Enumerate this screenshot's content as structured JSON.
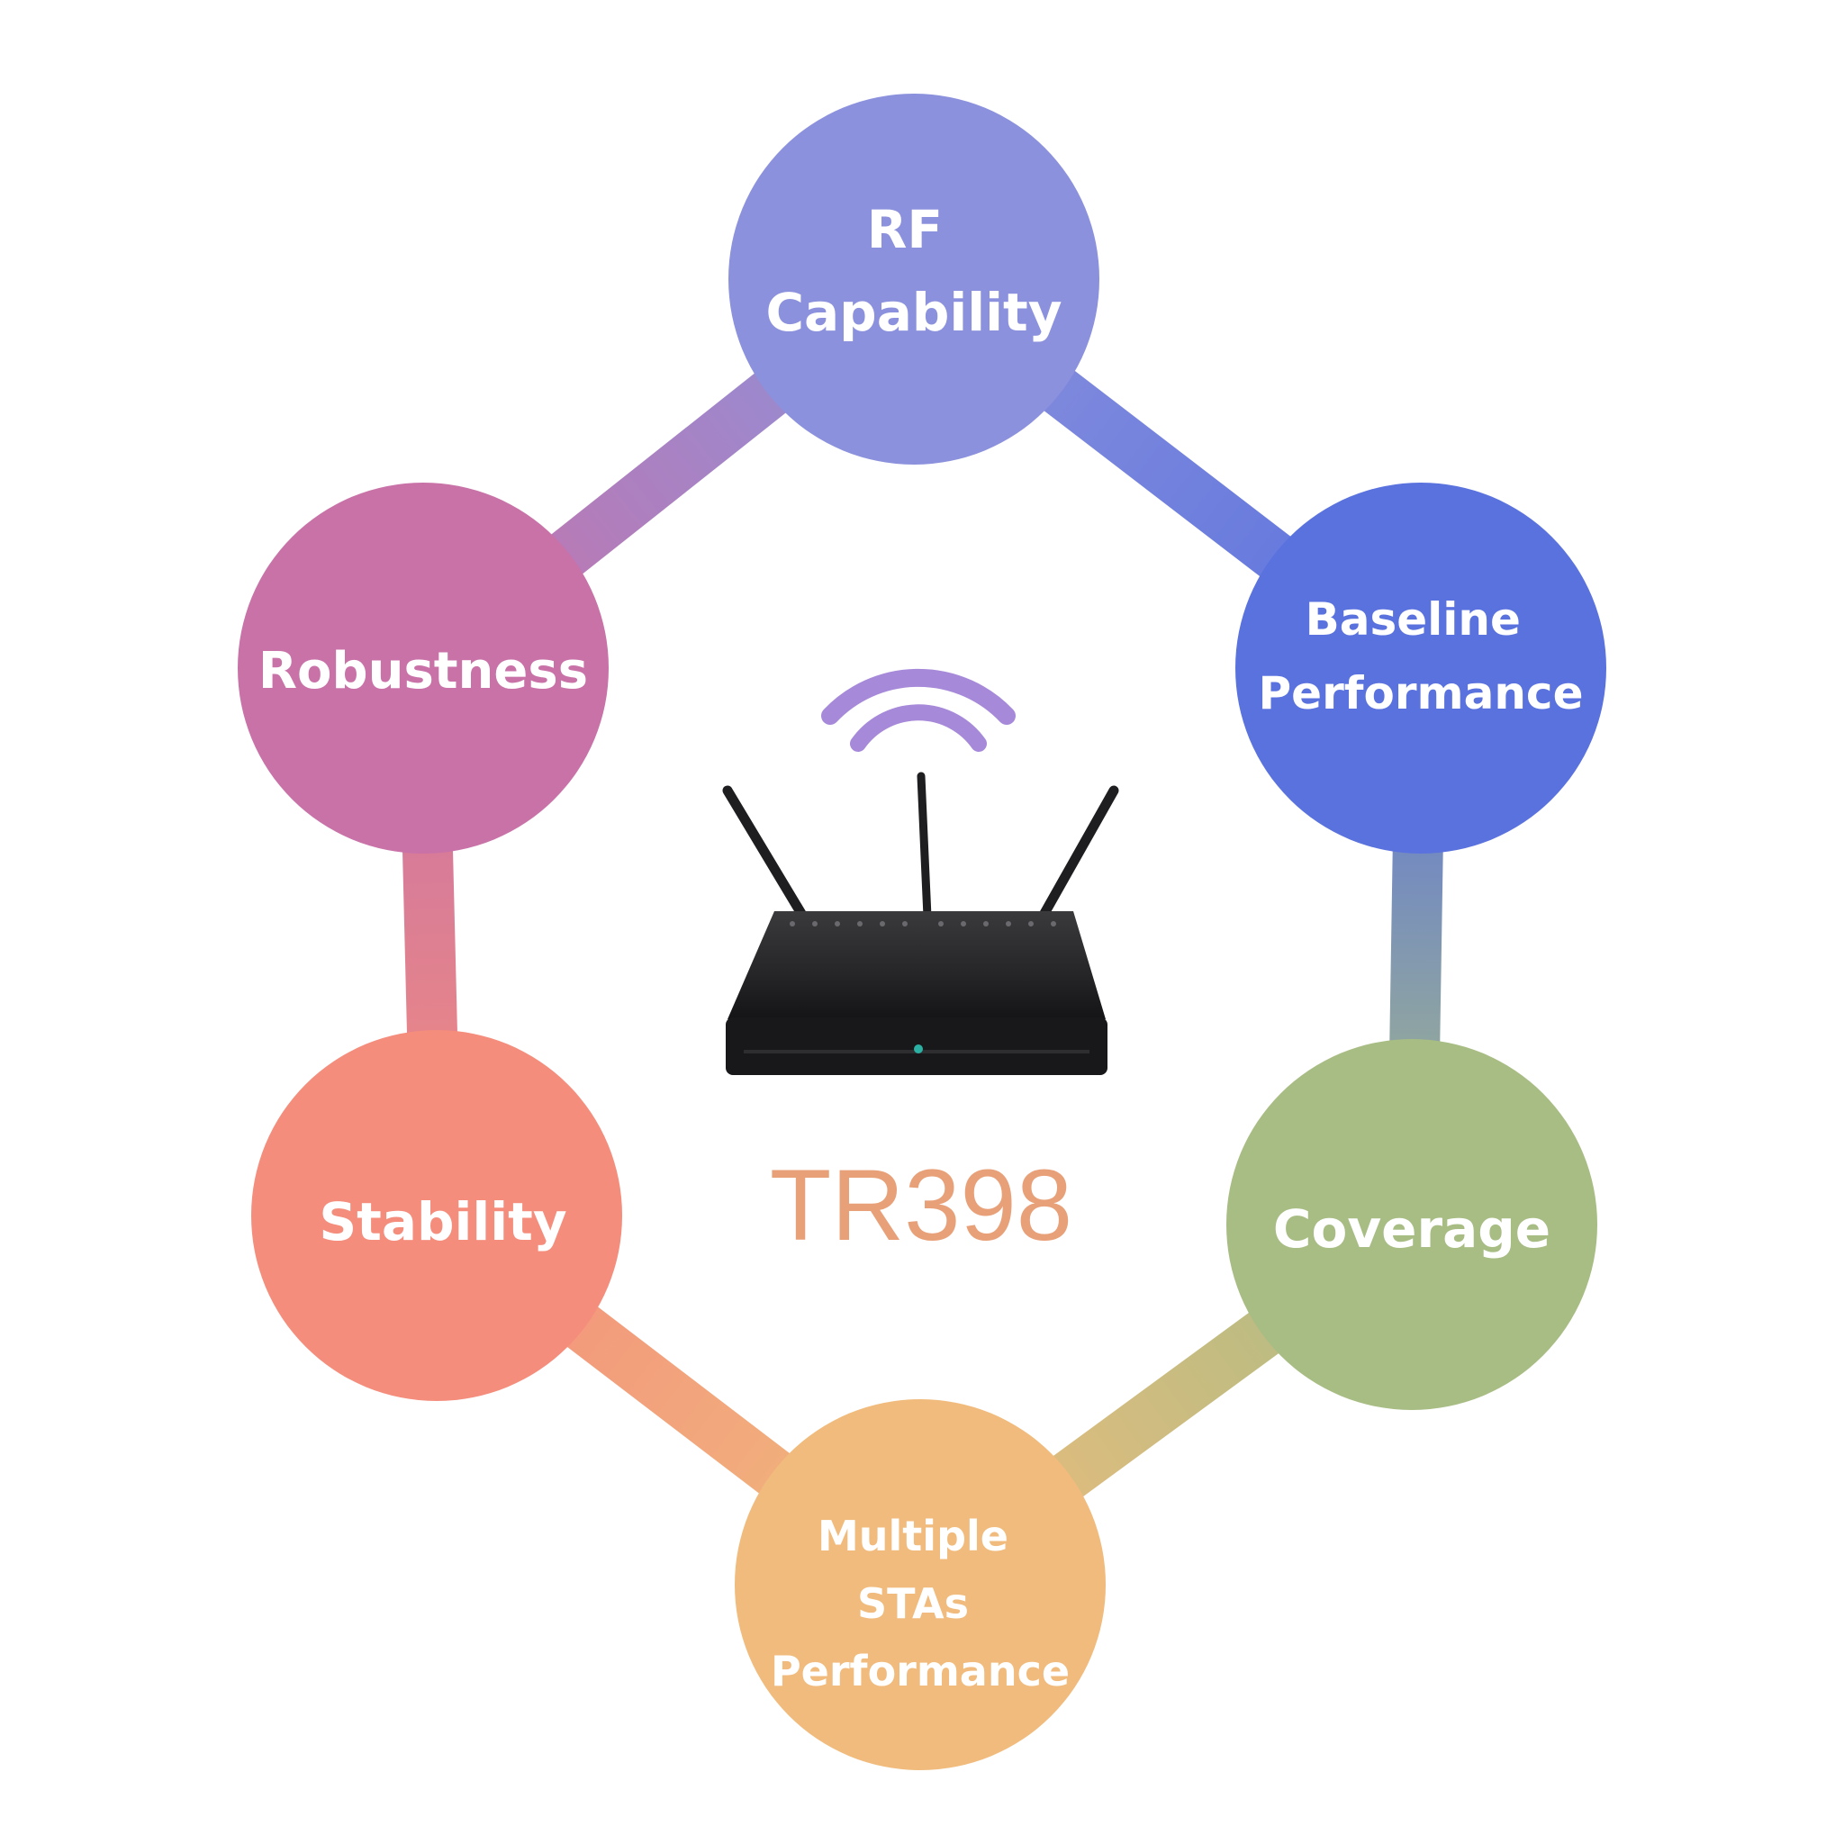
{
  "center": {
    "label": "TR398",
    "icon": "wifi-router-icon"
  },
  "nodes": [
    {
      "id": "rf-capability",
      "lines": [
        "RF",
        "Capability"
      ],
      "color": "#8b91dc"
    },
    {
      "id": "baseline-performance",
      "lines": [
        "Baseline",
        "Performance"
      ],
      "color": "#5a72de"
    },
    {
      "id": "coverage",
      "lines": [
        "Coverage"
      ],
      "color": "#a8bd84"
    },
    {
      "id": "multiple-stas-performance",
      "lines": [
        "Multiple",
        "STAs",
        "Performance"
      ],
      "color": "#f0bb7c"
    },
    {
      "id": "stability",
      "lines": [
        "Stability"
      ],
      "color": "#f48d7c"
    },
    {
      "id": "robustness",
      "lines": [
        "Robustness"
      ],
      "color": "#c872a8"
    }
  ]
}
